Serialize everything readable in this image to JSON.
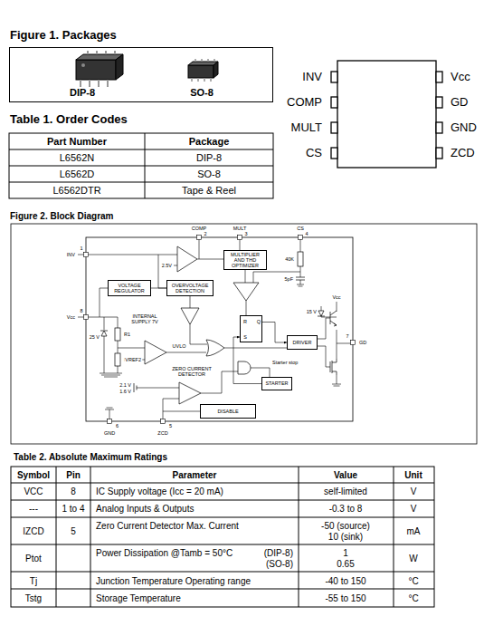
{
  "diagram": {
    "nodes": [
      {
        "text": [
          "DIP-8",
          "SO-8"
        ]
      },
      {
        "text": [
          "MULTIPLIER AND THD OPTIMIZER"
        ]
      },
      {
        "text": [
          "VOLTAGE REGULATOR"
        ]
      },
      {
        "text": [
          "OVERVOLTAGE DETECTION"
        ]
      },
      {
        "text": [
          "R",
          "Q",
          "S"
        ]
      },
      {
        "text": [
          "DRIVER"
        ]
      },
      {
        "text": [
          "STARTER"
        ]
      },
      {
        "text": [
          "DISABLE"
        ]
      }
    ],
    "edges": [
      {
        "from": 4,
        "to": 5,
        "arrow": "to"
      },
      {
        "from": 6,
        "to": 4,
        "arrow": "to"
      }
    ],
    "labels": [
      "Figure 1. Packages",
      "Table 1. Order Codes",
      "Part Number",
      "Package",
      "L6562N",
      "DIP-8",
      "L6562D",
      "SO-8",
      "L6562DTR",
      "Tape & Reel",
      "INV",
      "COMP",
      "MULT",
      "CS",
      "Vcc",
      "GD",
      "GND",
      "ZCD",
      "Figure 2. Block Diagram",
      "COMP",
      "2",
      "MULT",
      "3",
      "CS",
      "4",
      "INV",
      "1",
      "Vcc",
      "8",
      "7",
      "GD",
      "GND",
      "6",
      "ZCD",
      "5",
      "2.5V",
      "40K",
      "5pF",
      "Vcc",
      "15 V",
      "25 V",
      "R1",
      "R2",
      "INTERNAL SUPPLY 7V",
      "UVLO",
      "VREF2",
      "Starter stop",
      "ZERO CURRENT DETECTOR",
      "2.1 V",
      "1.6 V",
      "Table 2. Absolute Maximum Ratings",
      "Symbol",
      "Pin",
      "Parameter",
      "Value",
      "Unit",
      "VCC",
      "8",
      "IC Supply voltage (Icc = 20 mA)",
      "self-limited",
      "V",
      "---",
      "1 to 4",
      "Analog Inputs & Outputs",
      "-0.3 to 8",
      "V",
      "IZCD",
      "5",
      "Zero Current Detector Max. Current",
      "-50 (source)",
      "10 (sink)",
      "mA",
      "Ptot",
      "Power Dissipation @Tamb = 50°C",
      "(DIP-8)",
      "(SO-8)",
      "1",
      "0.65",
      "W",
      "Tj",
      "Junction Temperature Operating range",
      "-40 to 150",
      "°C",
      "Tstg",
      "Storage Temperature",
      "-55 to 150",
      "°C"
    ]
  }
}
